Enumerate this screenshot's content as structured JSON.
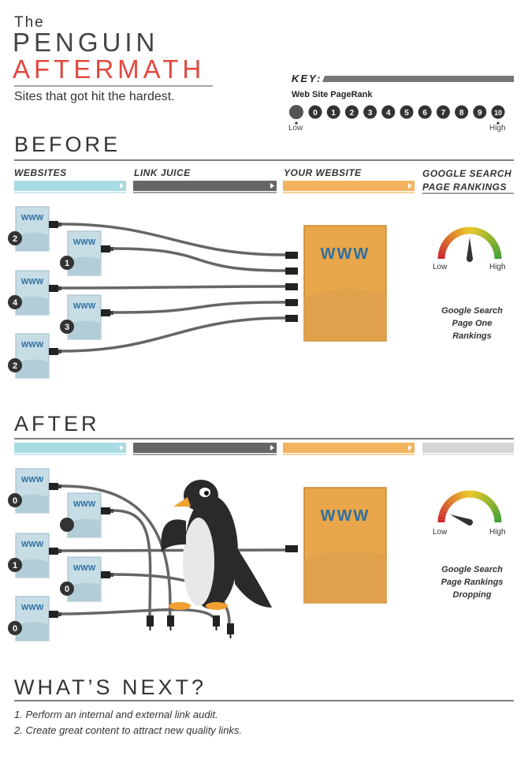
{
  "title": {
    "line1": "The",
    "line2": "PENGUIN",
    "line3": "AFTERMATH",
    "subtitle": "Sites that got hit the hardest."
  },
  "key": {
    "label": "KEY:",
    "pagerank_label": "Web Site PageRank",
    "scale": [
      "",
      "0",
      "1",
      "2",
      "3",
      "4",
      "5",
      "6",
      "7",
      "8",
      "9",
      "10"
    ],
    "low": "Low",
    "high": "High"
  },
  "before": {
    "heading": "BEFORE",
    "columns": [
      "WEBSITES",
      "LINK JUICE",
      "YOUR WEBSITE",
      "GOOGLE SEARCH PAGE RANKINGS"
    ],
    "site_label": "WWW",
    "ranks": [
      "2",
      "1",
      "4",
      "3",
      "2"
    ],
    "target_label": "WWW",
    "gauge_low": "Low",
    "gauge_high": "High",
    "gauge_level": 0.5,
    "caption_lines": [
      "Google Search",
      "Page One",
      "Rankings"
    ]
  },
  "after": {
    "heading": "AFTER",
    "site_label": "WWW",
    "ranks": [
      "0",
      "",
      "1",
      "0",
      "0"
    ],
    "target_label": "WWW",
    "gauge_low": "Low",
    "gauge_high": "High",
    "gauge_level": 0.12,
    "caption_lines": [
      "Google Search",
      "Page Rankings",
      "Dropping"
    ]
  },
  "next": {
    "heading": "WHAT’S NEXT?",
    "items": [
      "1. Perform an internal and external link audit.",
      "2. Create great content to attract new quality links."
    ]
  },
  "colors": {
    "accent_red": "#e0493f",
    "websites_bar": "#a9dbe3",
    "link_juice_bar": "#666666",
    "your_website_bar": "#f3b35e",
    "rankings_bar": "#d5d5d5",
    "cable": "#666666",
    "box": "#e9a64a"
  }
}
